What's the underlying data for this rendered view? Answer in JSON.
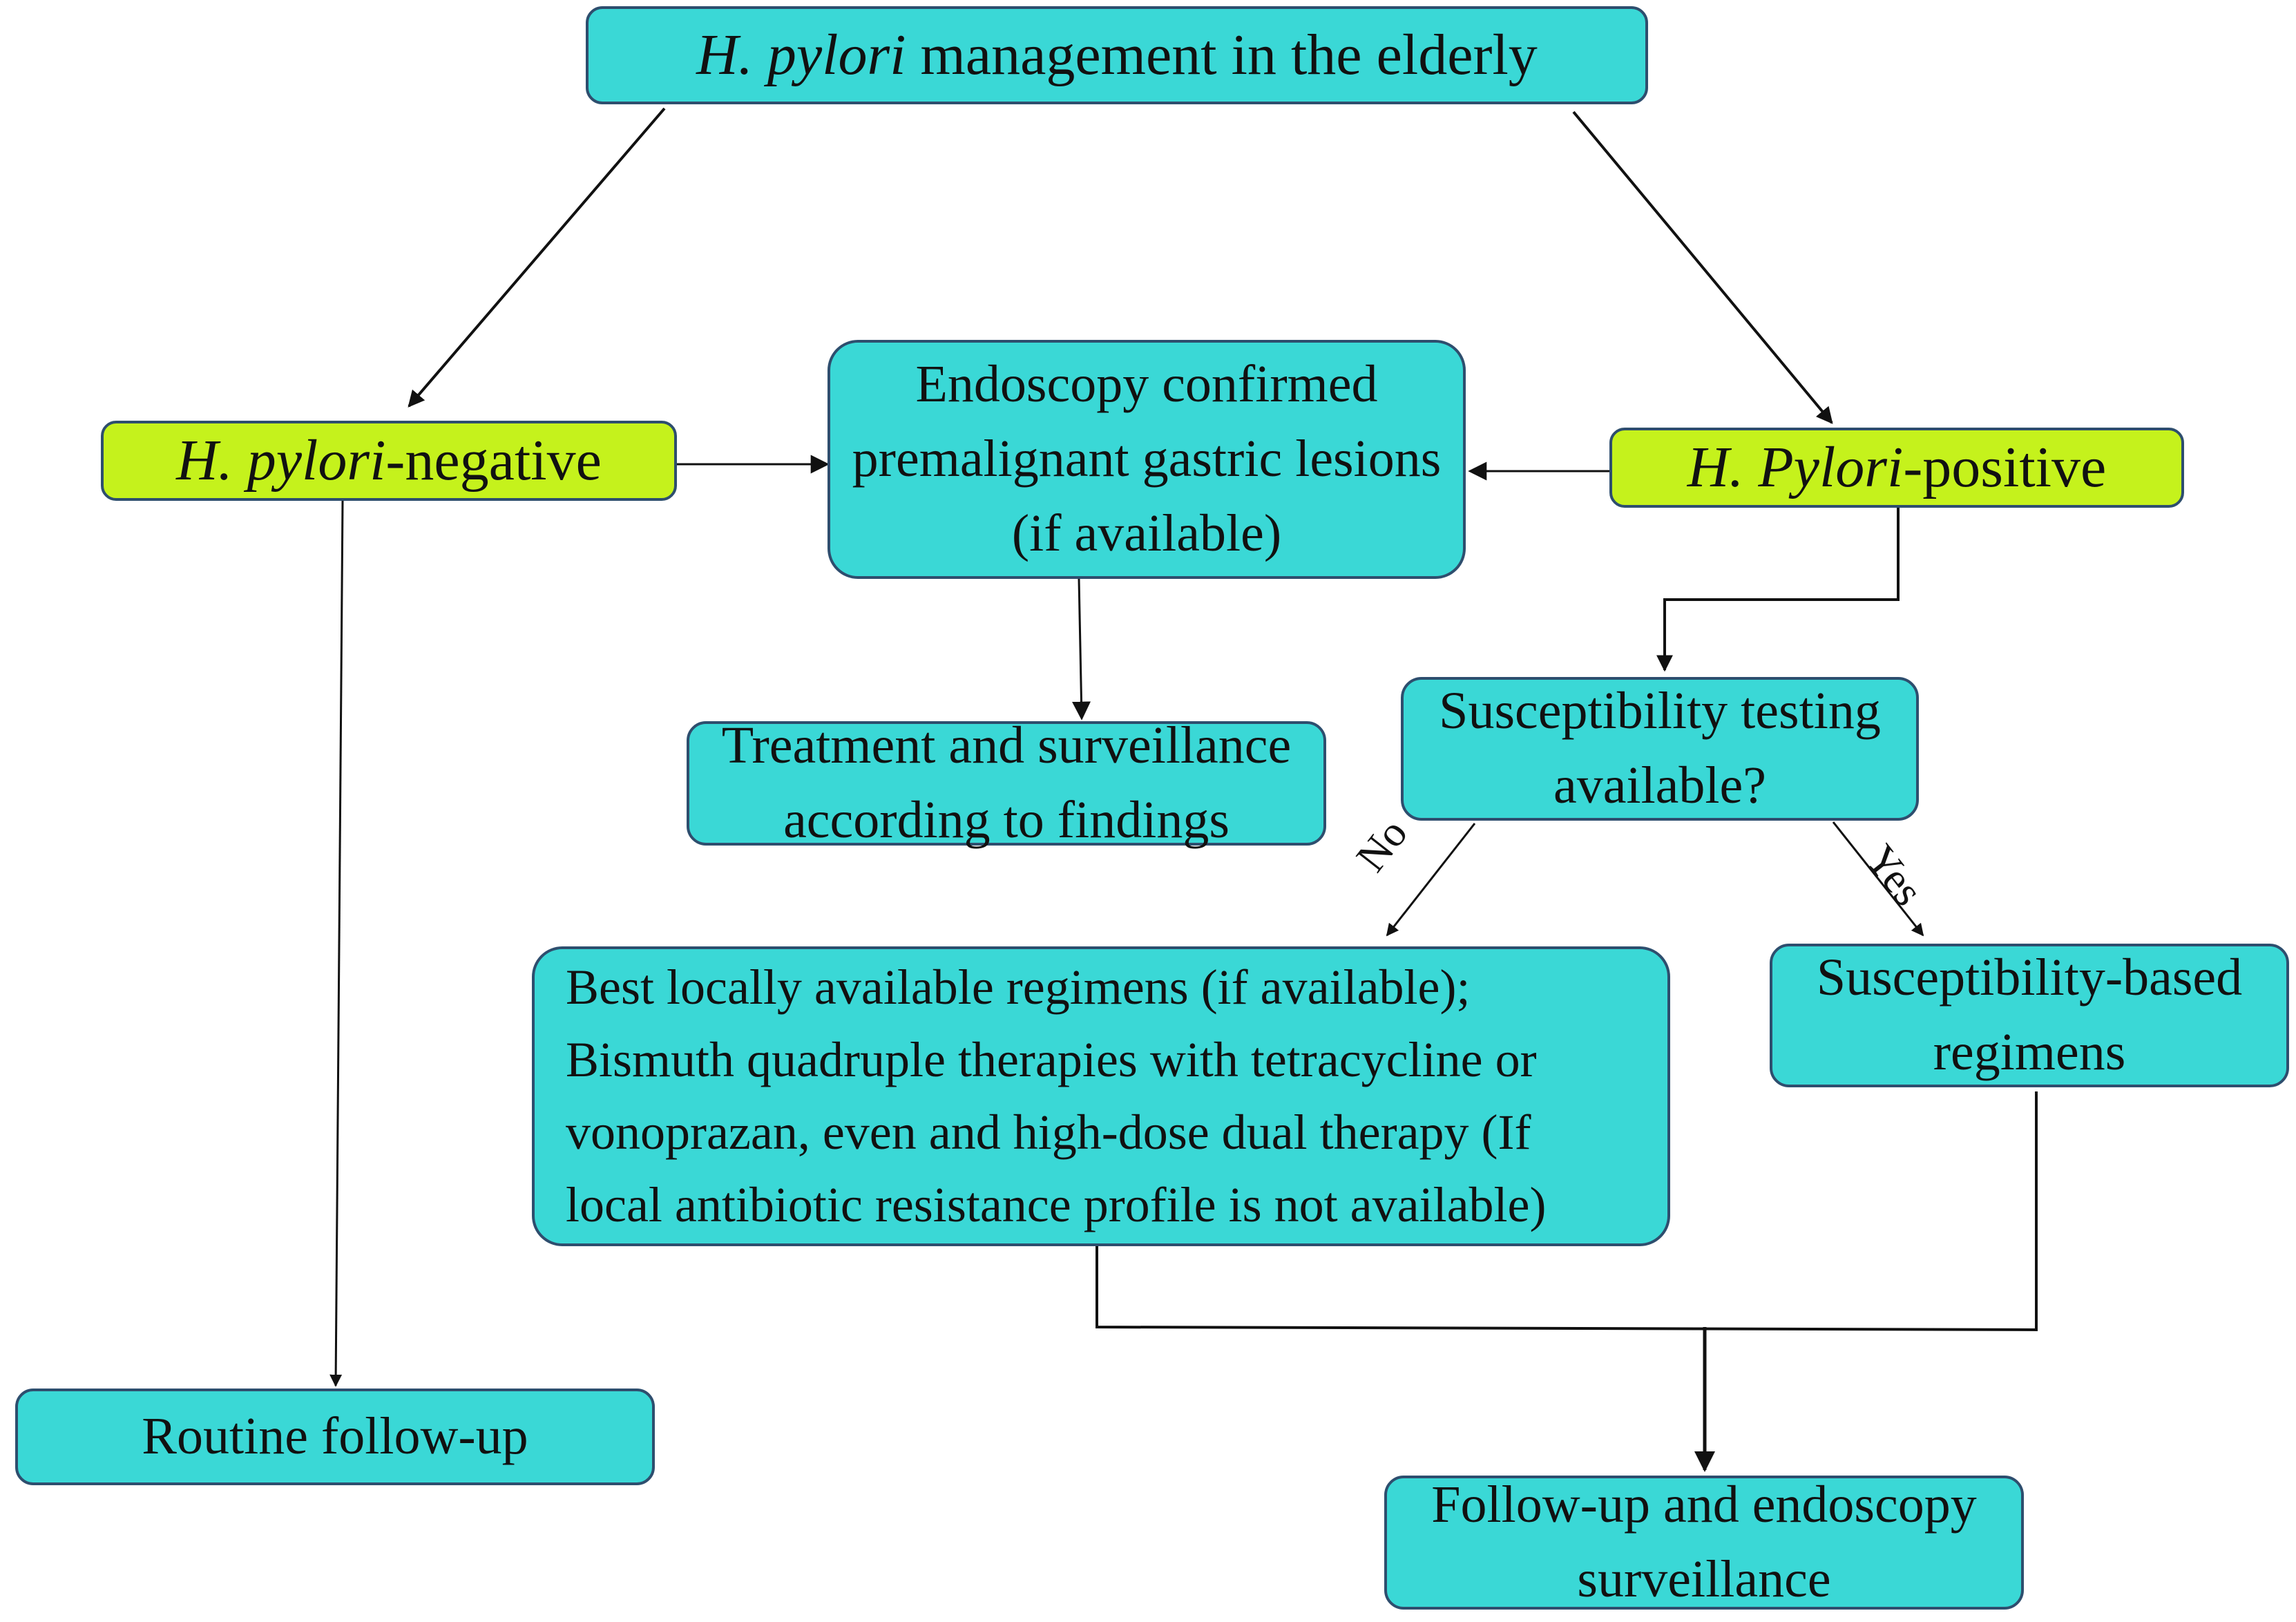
{
  "title": {
    "italic": "H. pylori",
    "rest": " management in the elderly"
  },
  "negative": {
    "italic": "H. pylori",
    "rest": "-negative"
  },
  "positive": {
    "italic": "H. Pylori",
    "rest": "-positive"
  },
  "endoscopy": {
    "line1": "Endoscopy confirmed",
    "line2": "premalignant gastric lesions",
    "line3": "(if available)"
  },
  "treatment": {
    "line1": "Treatment and surveillance",
    "line2": "according to findings"
  },
  "susceptibility_question": {
    "line1": "Susceptibility testing",
    "line2": "available?"
  },
  "best_regimens": {
    "line1": "Best locally available regimens (if available);",
    "line2": "Bismuth quadruple therapies with tetracycline or",
    "line3": "vonoprazan, even and high-dose dual therapy (If",
    "line4": "local antibiotic resistance profile is not available)"
  },
  "susceptibility_based": {
    "line1": "Susceptibility-based",
    "line2": "regimens"
  },
  "routine": {
    "label": "Routine follow-up"
  },
  "followup": {
    "line1": "Follow-up and endoscopy",
    "line2": "surveillance"
  },
  "edge_labels": {
    "no": "No",
    "yes": "Yes"
  },
  "colors": {
    "teal": "#3ad8d6",
    "lime": "#c5f21c",
    "border": "#2e4e6e",
    "line": "#111111"
  }
}
